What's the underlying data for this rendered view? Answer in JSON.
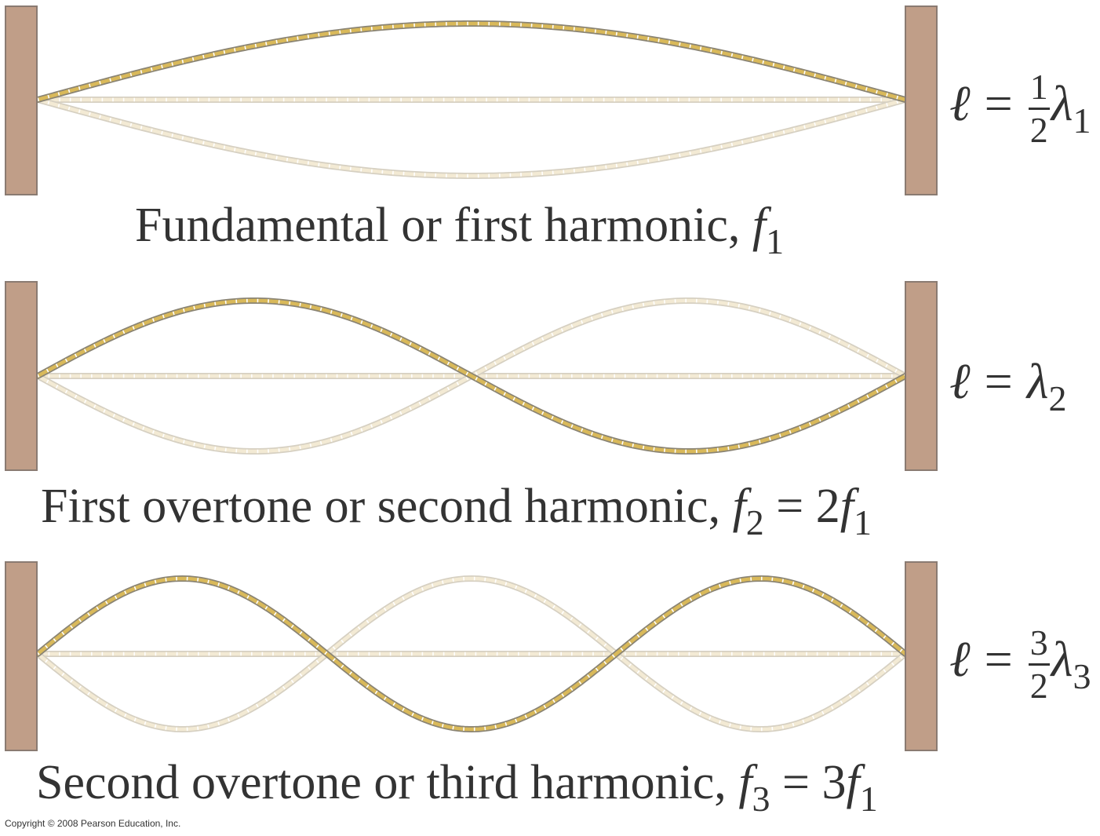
{
  "modes": [
    {
      "harmonic": 1,
      "caption": {
        "text": "Fundamental or first harmonic,",
        "symbol": "f",
        "subscript": "1",
        "relation": ""
      },
      "equation": {
        "lhs": "ℓ",
        "op": "=",
        "frac_num": "1",
        "frac_den": "2",
        "symbol": "λ",
        "subscript": "1"
      }
    },
    {
      "harmonic": 2,
      "caption": {
        "text": "First overtone or second harmonic,",
        "symbol": "f",
        "subscript": "2",
        "relation": "= 2",
        "rel_symbol": "f",
        "rel_subscript": "1"
      },
      "equation": {
        "lhs": "ℓ",
        "op": "=",
        "frac_num": "",
        "frac_den": "",
        "symbol": "λ",
        "subscript": "2"
      }
    },
    {
      "harmonic": 3,
      "caption": {
        "text": "Second overtone or third harmonic,",
        "symbol": "f",
        "subscript": "3",
        "relation": "= 3",
        "rel_symbol": "f",
        "rel_subscript": "1"
      },
      "equation": {
        "lhs": "ℓ",
        "op": "=",
        "frac_num": "3",
        "frac_den": "2",
        "symbol": "λ",
        "subscript": "3"
      }
    }
  ],
  "copyright": "Copyright © 2008 Pearson Education, Inc.",
  "colors": {
    "wall_fill": "#c09e88",
    "wall_stroke": "#8a7b72",
    "string_fill": "#d9b95a",
    "string_outline": "#8a8474",
    "faded_fill": "#f3ead4",
    "faded_outline": "#d6d0c2",
    "tick": "#ffffff",
    "text": "#333333"
  }
}
